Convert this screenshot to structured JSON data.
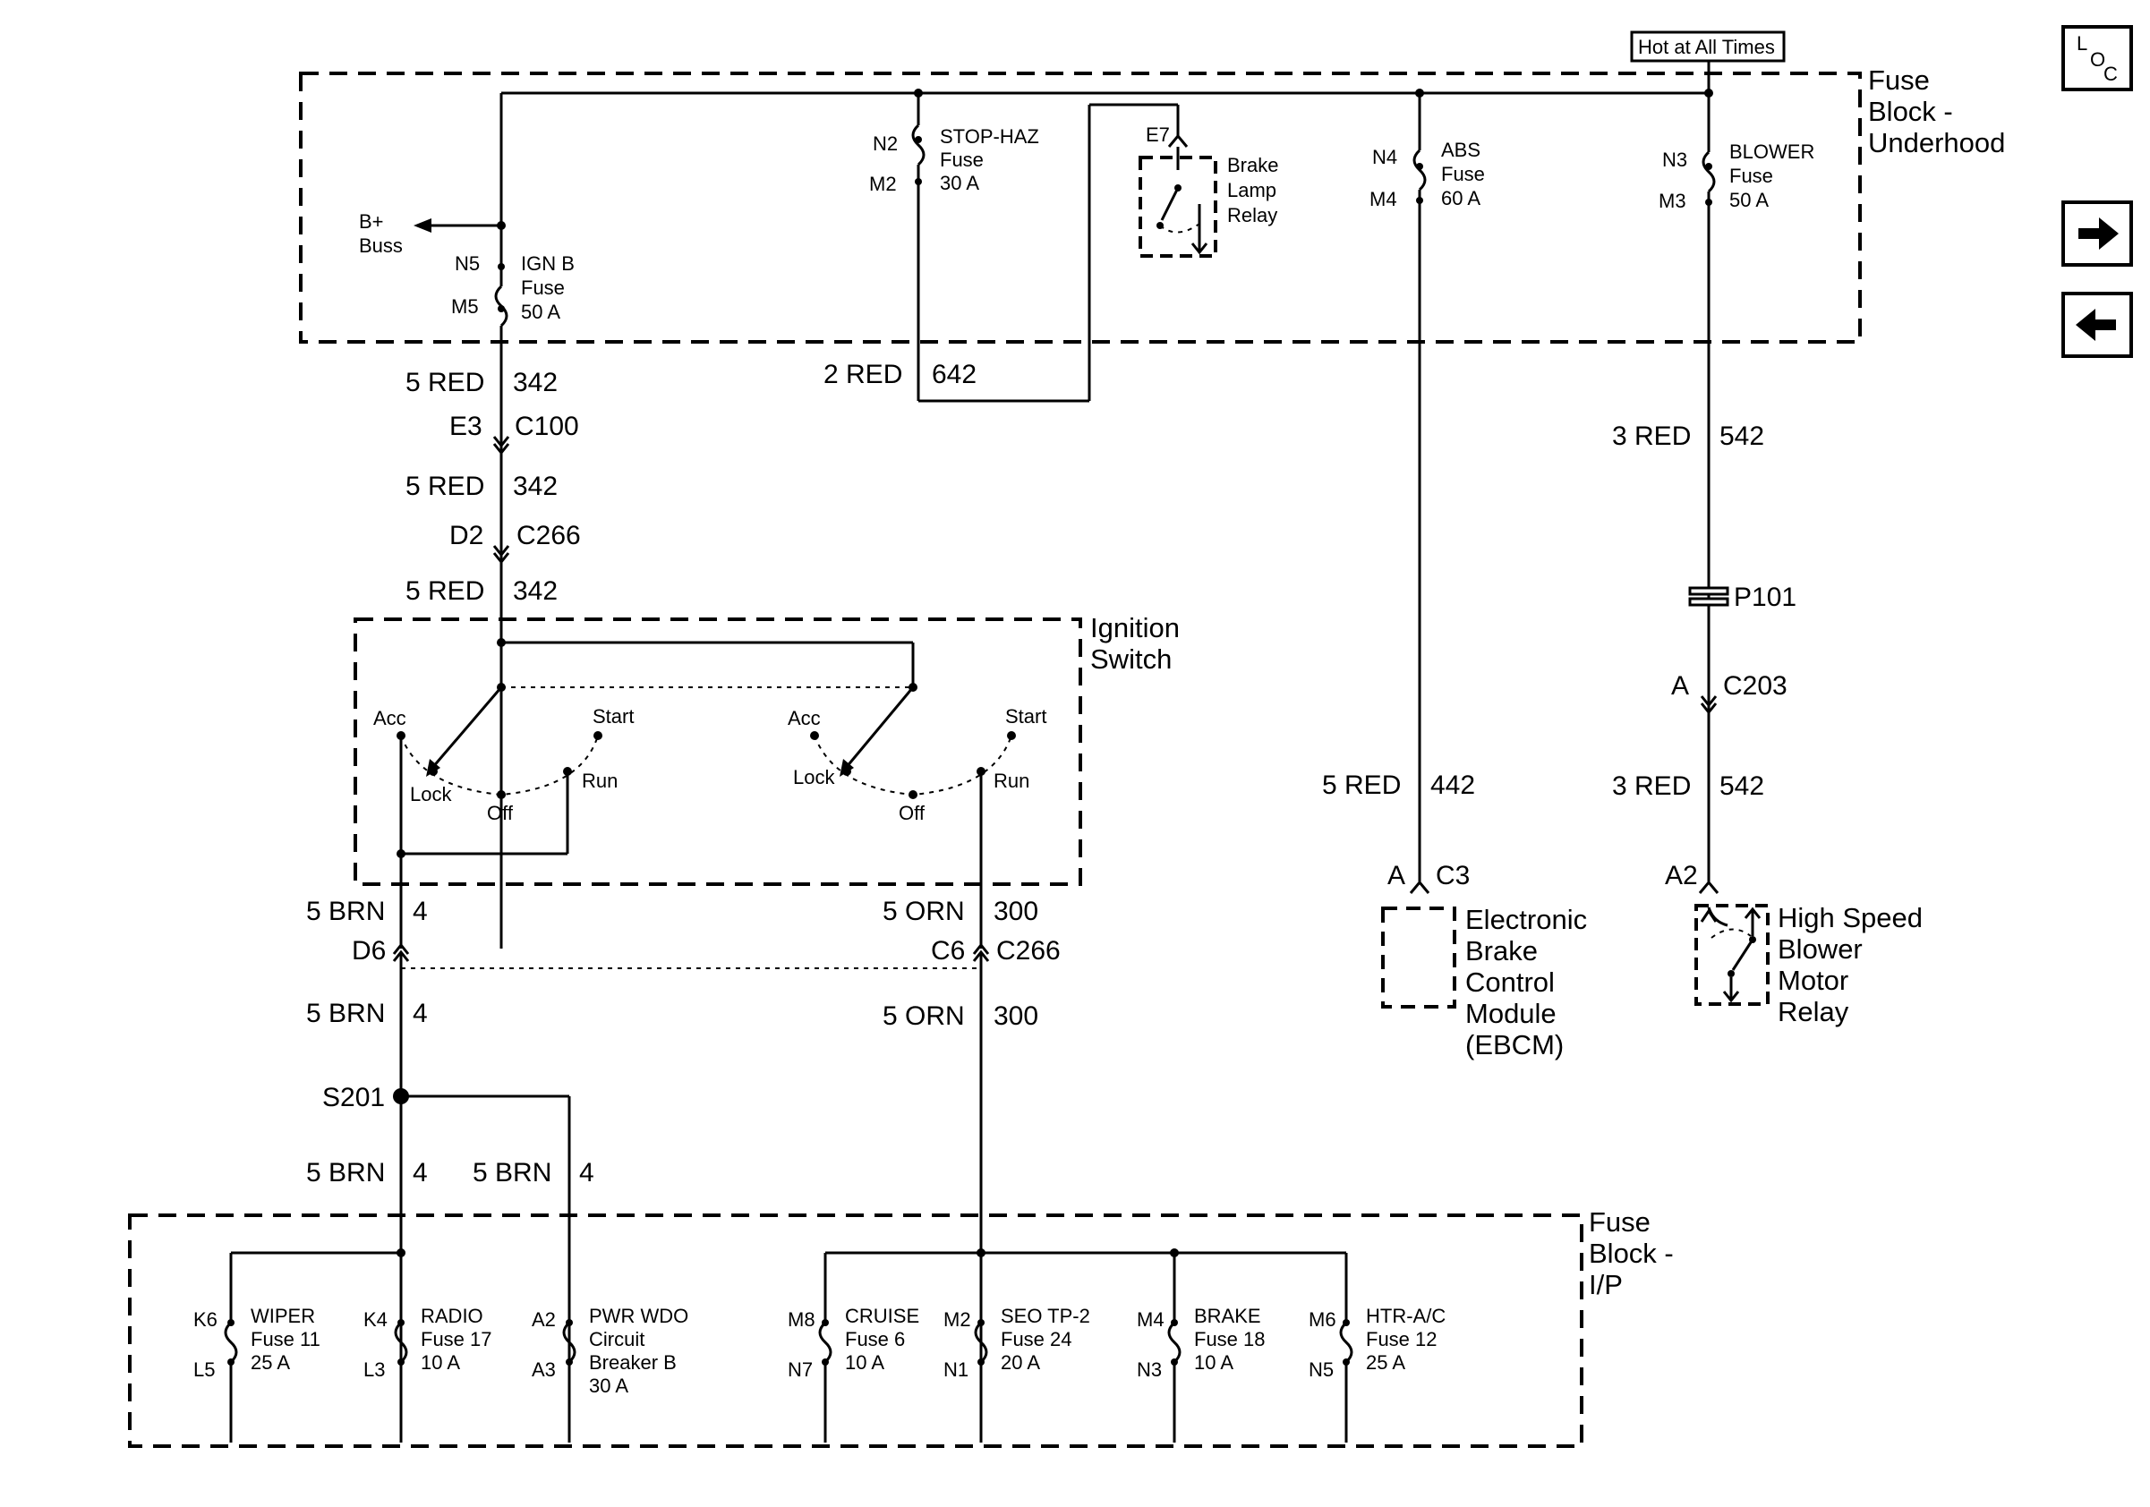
{
  "hot_label": "Hot at All Times",
  "underhood": {
    "title": [
      "Fuse",
      "Block -",
      "Underhood"
    ],
    "bplus": [
      "B+",
      "Buss"
    ],
    "ign_fuse": {
      "top": "N5",
      "bottom": "M5",
      "text": [
        "IGN B",
        "Fuse",
        "50 A"
      ]
    },
    "stop_fuse": {
      "top": "N2",
      "bottom": "M2",
      "text": [
        "STOP-HAZ",
        "Fuse",
        "30 A"
      ]
    },
    "relay": {
      "pin": "E7",
      "text": [
        "Brake",
        "Lamp",
        "Relay"
      ]
    },
    "abs_fuse": {
      "top": "N4",
      "bottom": "M4",
      "text": [
        "ABS",
        "Fuse",
        "60 A"
      ]
    },
    "blower_fuse": {
      "top": "N3",
      "bottom": "M3",
      "text": [
        "BLOWER",
        "Fuse",
        "50 A"
      ]
    }
  },
  "wires": {
    "w342_a": {
      "color": "5 RED",
      "circuit": "342"
    },
    "c100": {
      "pin": "E3",
      "conn": "C100"
    },
    "w342_b": {
      "color": "5 RED",
      "circuit": "342"
    },
    "c266": {
      "pin": "D2",
      "conn": "C266"
    },
    "w342_c": {
      "color": "5 RED",
      "circuit": "342"
    },
    "w642": {
      "color": "2 RED",
      "circuit": "642"
    },
    "w542_a": {
      "color": "3 RED",
      "circuit": "542"
    },
    "p101": "P101",
    "c203": {
      "pin": "A",
      "conn": "C203"
    },
    "w542_b": {
      "color": "3 RED",
      "circuit": "542"
    },
    "w442": {
      "color": "5 RED",
      "circuit": "442"
    },
    "c3": {
      "pin": "A",
      "conn": "C3"
    },
    "a2": "A2",
    "w4_a": {
      "color": "5 BRN",
      "circuit": "4"
    },
    "w300_a": {
      "color": "5 ORN",
      "circuit": "300"
    },
    "d6": "D6",
    "c6": {
      "pin": "C6",
      "conn": "C266"
    },
    "w4_b": {
      "color": "5 BRN",
      "circuit": "4"
    },
    "w300_b": {
      "color": "5 ORN",
      "circuit": "300"
    },
    "s201": "S201",
    "w4_c": {
      "color": "5 BRN",
      "circuit": "4"
    },
    "w4_d": {
      "color": "5 BRN",
      "circuit": "4"
    }
  },
  "ignition": {
    "title": [
      "Ignition",
      "Switch"
    ],
    "left": {
      "acc": "Acc",
      "start": "Start",
      "lock": "Lock",
      "off": "Off",
      "run": "Run"
    },
    "right": {
      "acc": "Acc",
      "start": "Start",
      "lock": "Lock",
      "off": "Off",
      "run": "Run"
    }
  },
  "ebcm": [
    "Electronic",
    "Brake",
    "Control",
    "Module",
    "(EBCM)"
  ],
  "blower_relay": [
    "High Speed",
    "Blower",
    "Motor",
    "Relay"
  ],
  "ip": {
    "title": [
      "Fuse",
      "Block -",
      "I/P"
    ],
    "fuses": [
      {
        "top": "K6",
        "bottom": "L5",
        "text": [
          "WIPER",
          "Fuse 11",
          "25 A"
        ]
      },
      {
        "top": "K4",
        "bottom": "L3",
        "text": [
          "RADIO",
          "Fuse 17",
          "10 A"
        ]
      },
      {
        "top": "A2",
        "bottom": "A3",
        "text": [
          "PWR WDO",
          "Circuit",
          "Breaker  B",
          "30 A"
        ]
      },
      {
        "top": "M8",
        "bottom": "N7",
        "text": [
          "CRUISE",
          "Fuse 6",
          "10 A"
        ]
      },
      {
        "top": "M2",
        "bottom": "N1",
        "text": [
          "SEO TP-2",
          "Fuse 24",
          "20 A"
        ]
      },
      {
        "top": "M4",
        "bottom": "N3",
        "text": [
          "BRAKE",
          "Fuse 18",
          "10 A"
        ]
      },
      {
        "top": "M6",
        "bottom": "N5",
        "text": [
          "HTR-A/C",
          "Fuse 12",
          "25 A"
        ]
      }
    ]
  },
  "nav": {
    "loc": [
      "L",
      "O",
      "C"
    ],
    "next": "next-arrow",
    "prev": "prev-arrow"
  }
}
